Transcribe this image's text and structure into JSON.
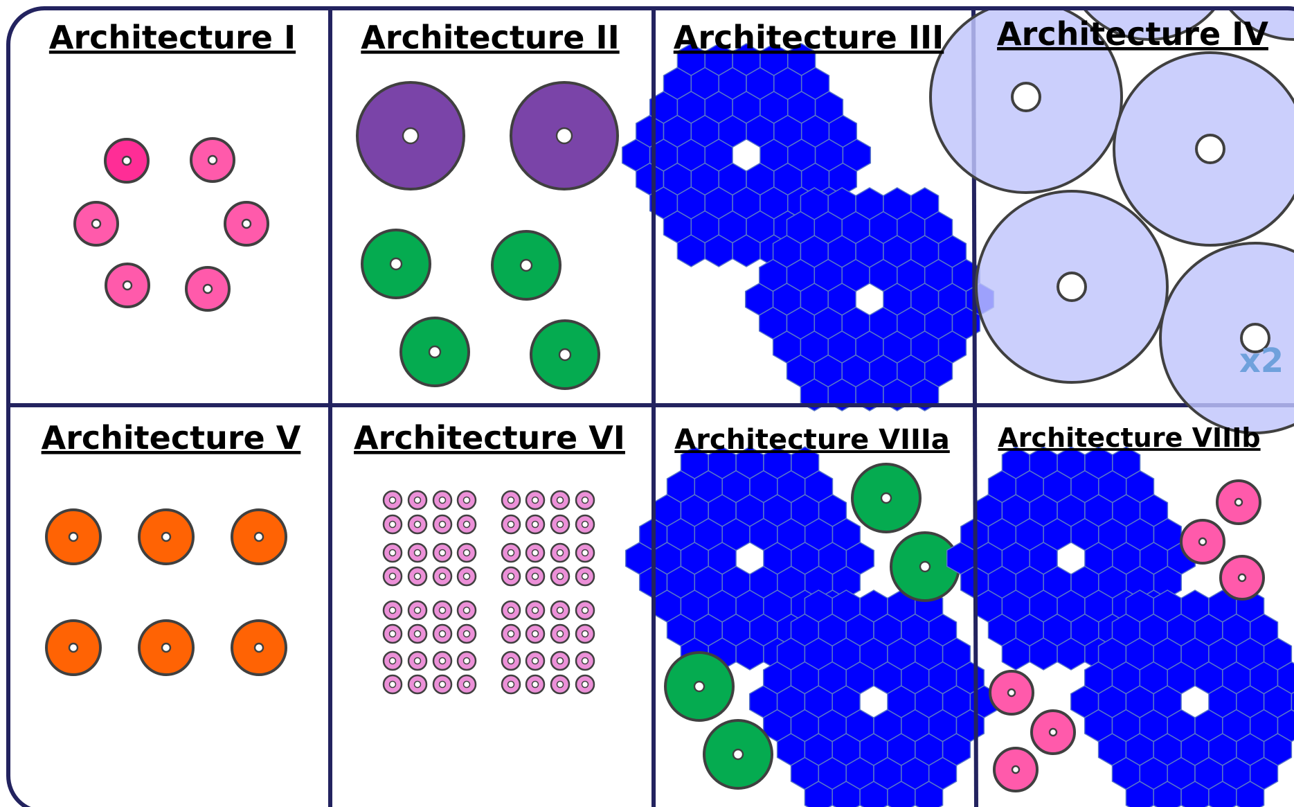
{
  "colors": {
    "frame": "#23235f",
    "outline": "#404040",
    "hub": "#ffffff",
    "hex_fill": "#0000ff",
    "hex_edge": "#5a78c8",
    "arch_I_first": "#ff2d96",
    "arch_I": "#ff5aab",
    "arch_II_large": "#7a44a8",
    "arch_II_small": "#05ab50",
    "arch_IV": "#c0c4fb",
    "arch_V": "#ff6304",
    "arch_VI": "#ec90d8",
    "arch_VIIIa": "#05ab50",
    "arch_VIIIb": "#ff5aab",
    "x2_label": "#6fa1dc"
  },
  "panels": [
    {
      "id": "arch-1",
      "title": "Architecture I",
      "content": "six small telescopes in a ring"
    },
    {
      "id": "arch-2",
      "title": "Architecture II",
      "content": "two large and four medium telescopes"
    },
    {
      "id": "arch-3",
      "title": "Architecture III",
      "content": "two segmented hexagon mirrors"
    },
    {
      "id": "arch-4",
      "title": "Architecture IV",
      "content": "very large telescopes"
    },
    {
      "id": "arch-5",
      "title": "Architecture V",
      "content": "six orange telescopes in a 3x2 grid"
    },
    {
      "id": "arch-6",
      "title": "Architecture VI",
      "content": "64 tiny telescopes in four blocks"
    },
    {
      "id": "arch-8a",
      "title": "Architecture VIIIa",
      "content": "two segmented mirrors plus four green telescopes"
    },
    {
      "id": "arch-8b",
      "title": "Architecture VIIIb",
      "content": "two segmented mirrors plus six pink telescopes"
    }
  ],
  "arch_IV_multiplier": "x2"
}
